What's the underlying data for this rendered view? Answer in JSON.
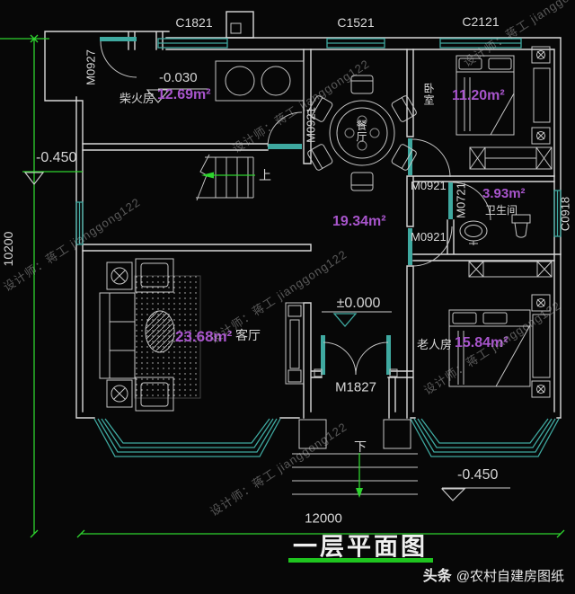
{
  "page": {
    "title": "一层平面图",
    "credit_brand": "头条",
    "credit_handle": "@农村自建房图纸",
    "watermark": "设计师：蒋工 jianggong122"
  },
  "dimensions": {
    "overall_width": "12000",
    "overall_height": "10200"
  },
  "windows": {
    "c1821": "C1821",
    "c1521": "C1521",
    "c2121": "C2121",
    "c0918": "C0918"
  },
  "doors": {
    "m0927": "M0927",
    "m0921": "M0921",
    "m0721": "M0721",
    "m1827": "M1827"
  },
  "rooms": {
    "firewood": {
      "name": "柴火房",
      "area": "12.69m²"
    },
    "dining": {
      "name": "餐厅"
    },
    "bedroom": {
      "name": "卧室",
      "area": "11.20m²"
    },
    "bathroom": {
      "name": "卫生间",
      "area": "3.93m²"
    },
    "hall": {
      "area": "19.34m²"
    },
    "living": {
      "name": "客厅",
      "area": "23.68m²"
    },
    "elder": {
      "name": "老人房",
      "area": "15.84m²"
    }
  },
  "elevations": {
    "firewood": "-0.030",
    "west": "-0.450",
    "entry": "±0.000",
    "southeast": "-0.450"
  },
  "stairs": {
    "up": "上",
    "down": "下"
  },
  "colors": {
    "wall": "#d9d9d9",
    "window_teal": "#3fa9a0",
    "dimension_green": "#2ed32e",
    "area_magenta": "#a855cc",
    "underline_green": "#1fc41f"
  }
}
